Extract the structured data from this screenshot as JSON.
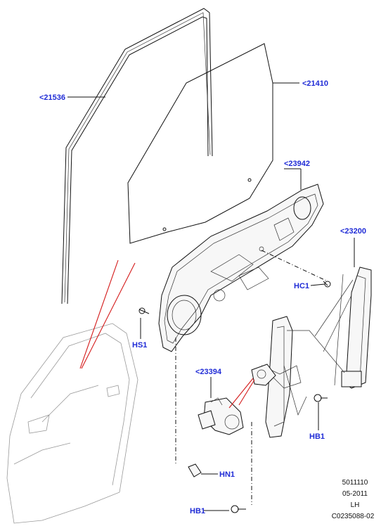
{
  "labels": {
    "p21536": "<21536",
    "p21410": "<21410",
    "p23942": "<23942",
    "p23200": "<23200",
    "p23394": "<23394",
    "hc1": "HC1",
    "hs1": "HS1",
    "hb1_right": "HB1",
    "hn1": "HN1",
    "hb1_bottom": "HB1"
  },
  "footer": {
    "line1": "5011110",
    "line2": "05-2011",
    "line3": "LH",
    "line4": "C0235088-02"
  },
  "colors": {
    "label": "#1f2bd6",
    "callout_line": "#d41a1a",
    "outline": "#111111"
  }
}
